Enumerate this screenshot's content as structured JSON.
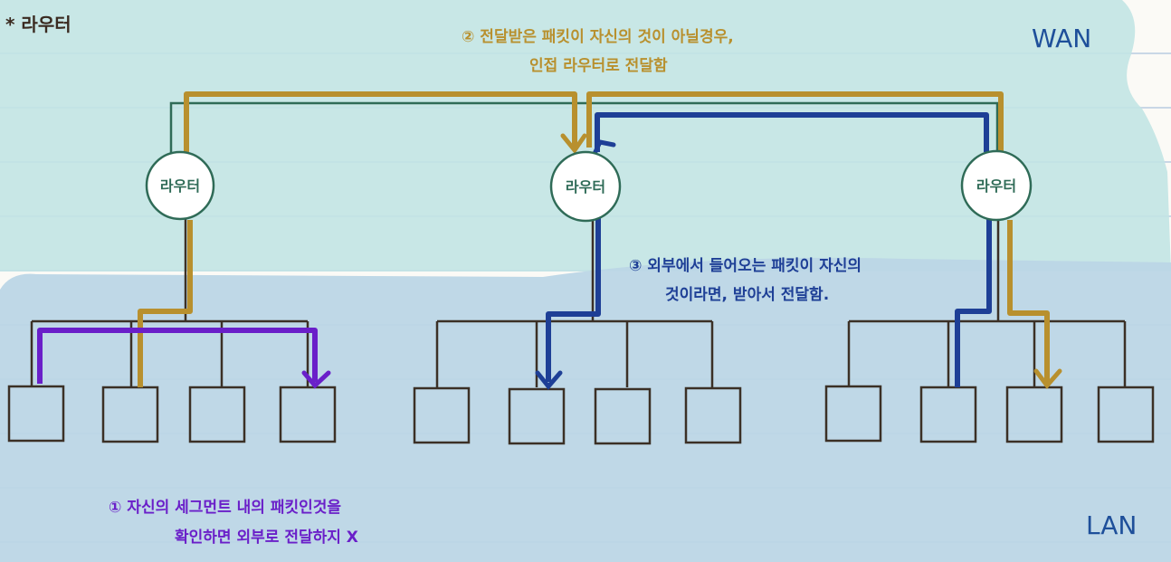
{
  "title": "* 라우터",
  "zones": {
    "wan": "WAN",
    "lan": "LAN"
  },
  "routers": [
    {
      "label": "라우터"
    },
    {
      "label": "라우터"
    },
    {
      "label": "라우터"
    }
  ],
  "notes": {
    "wan_forward": {
      "line1": "② 전달받은 패킷이 자신의 것이 아닐경우,",
      "line2": "인접 라우터로 전달함"
    },
    "lan_receive": {
      "line1": "③ 외부에서 들어오는 패킷이 자신의",
      "line2": "것이라면, 받아서 전달함."
    },
    "segment_internal": {
      "line1": "① 자신의 세그먼트 내의 패킷인것을",
      "line2": "확인하면 외부로 전달하지 X"
    }
  },
  "colors": {
    "wan_bg": "#c2e4e4",
    "lan_bg": "#bcd6e6",
    "router_stroke": "#2f6b57",
    "router_fill": "#ffffff",
    "host_stroke": "#3b3026",
    "wan_link": "#2f6b57",
    "gold_path": "#b8902e",
    "blue_path": "#1e3f96",
    "purple_path": "#6a1fc9"
  }
}
